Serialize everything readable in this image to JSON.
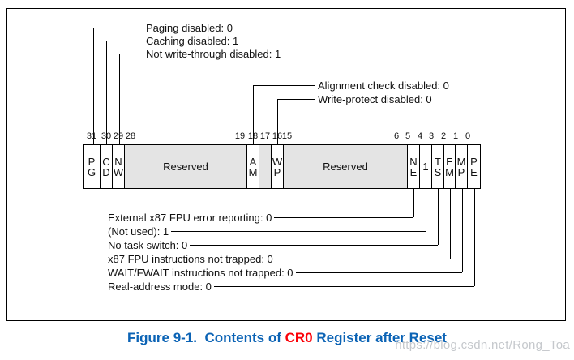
{
  "figure": {
    "caption_prefix": "Figure 9-1.  Contents of ",
    "caption_highlight": "CR0",
    "caption_suffix": " Register after Reset",
    "caption_color": "#0b63b5",
    "highlight_color": "#fb0007"
  },
  "watermark": "https://blog.csdn.net/Rong_Toa",
  "register": {
    "name": "CR0",
    "reserved_fill": "#e4e4e4",
    "cells": [
      {
        "bits": "31",
        "l1": "P",
        "l2": "G"
      },
      {
        "bits": "30",
        "l1": "C",
        "l2": "D"
      },
      {
        "bits": "29",
        "l1": "N",
        "l2": "W"
      },
      {
        "bits": "28-19",
        "label": "Reserved"
      },
      {
        "bits": "18",
        "l1": "A",
        "l2": "M"
      },
      {
        "bits": "17",
        "label": ""
      },
      {
        "bits": "16",
        "l1": "W",
        "l2": "P"
      },
      {
        "bits": "15-6",
        "label": "Reserved"
      },
      {
        "bits": "5",
        "l1": "N",
        "l2": "E"
      },
      {
        "bits": "4",
        "label": "1"
      },
      {
        "bits": "3",
        "l1": "T",
        "l2": "S"
      },
      {
        "bits": "2",
        "l1": "E",
        "l2": "M"
      },
      {
        "bits": "1",
        "l1": "M",
        "l2": "P"
      },
      {
        "bits": "0",
        "l1": "P",
        "l2": "E"
      }
    ],
    "bit_numbers": [
      "31",
      "30",
      "29",
      "28",
      "19",
      "18",
      "17",
      "16",
      "15",
      "6",
      "5",
      "4",
      "3",
      "2",
      "1",
      "0"
    ]
  },
  "callouts": {
    "top": [
      "Paging disabled: 0",
      "Caching disabled: 1",
      "Not write-through disabled: 1"
    ],
    "mid": [
      "Alignment check disabled: 0",
      "Write-protect disabled: 0"
    ],
    "bottom": [
      "External x87 FPU error reporting: 0",
      "(Not used): 1",
      "No task switch: 0",
      "x87 FPU instructions not trapped: 0",
      "WAIT/FWAIT instructions not trapped: 0",
      "Real-address mode: 0"
    ]
  }
}
